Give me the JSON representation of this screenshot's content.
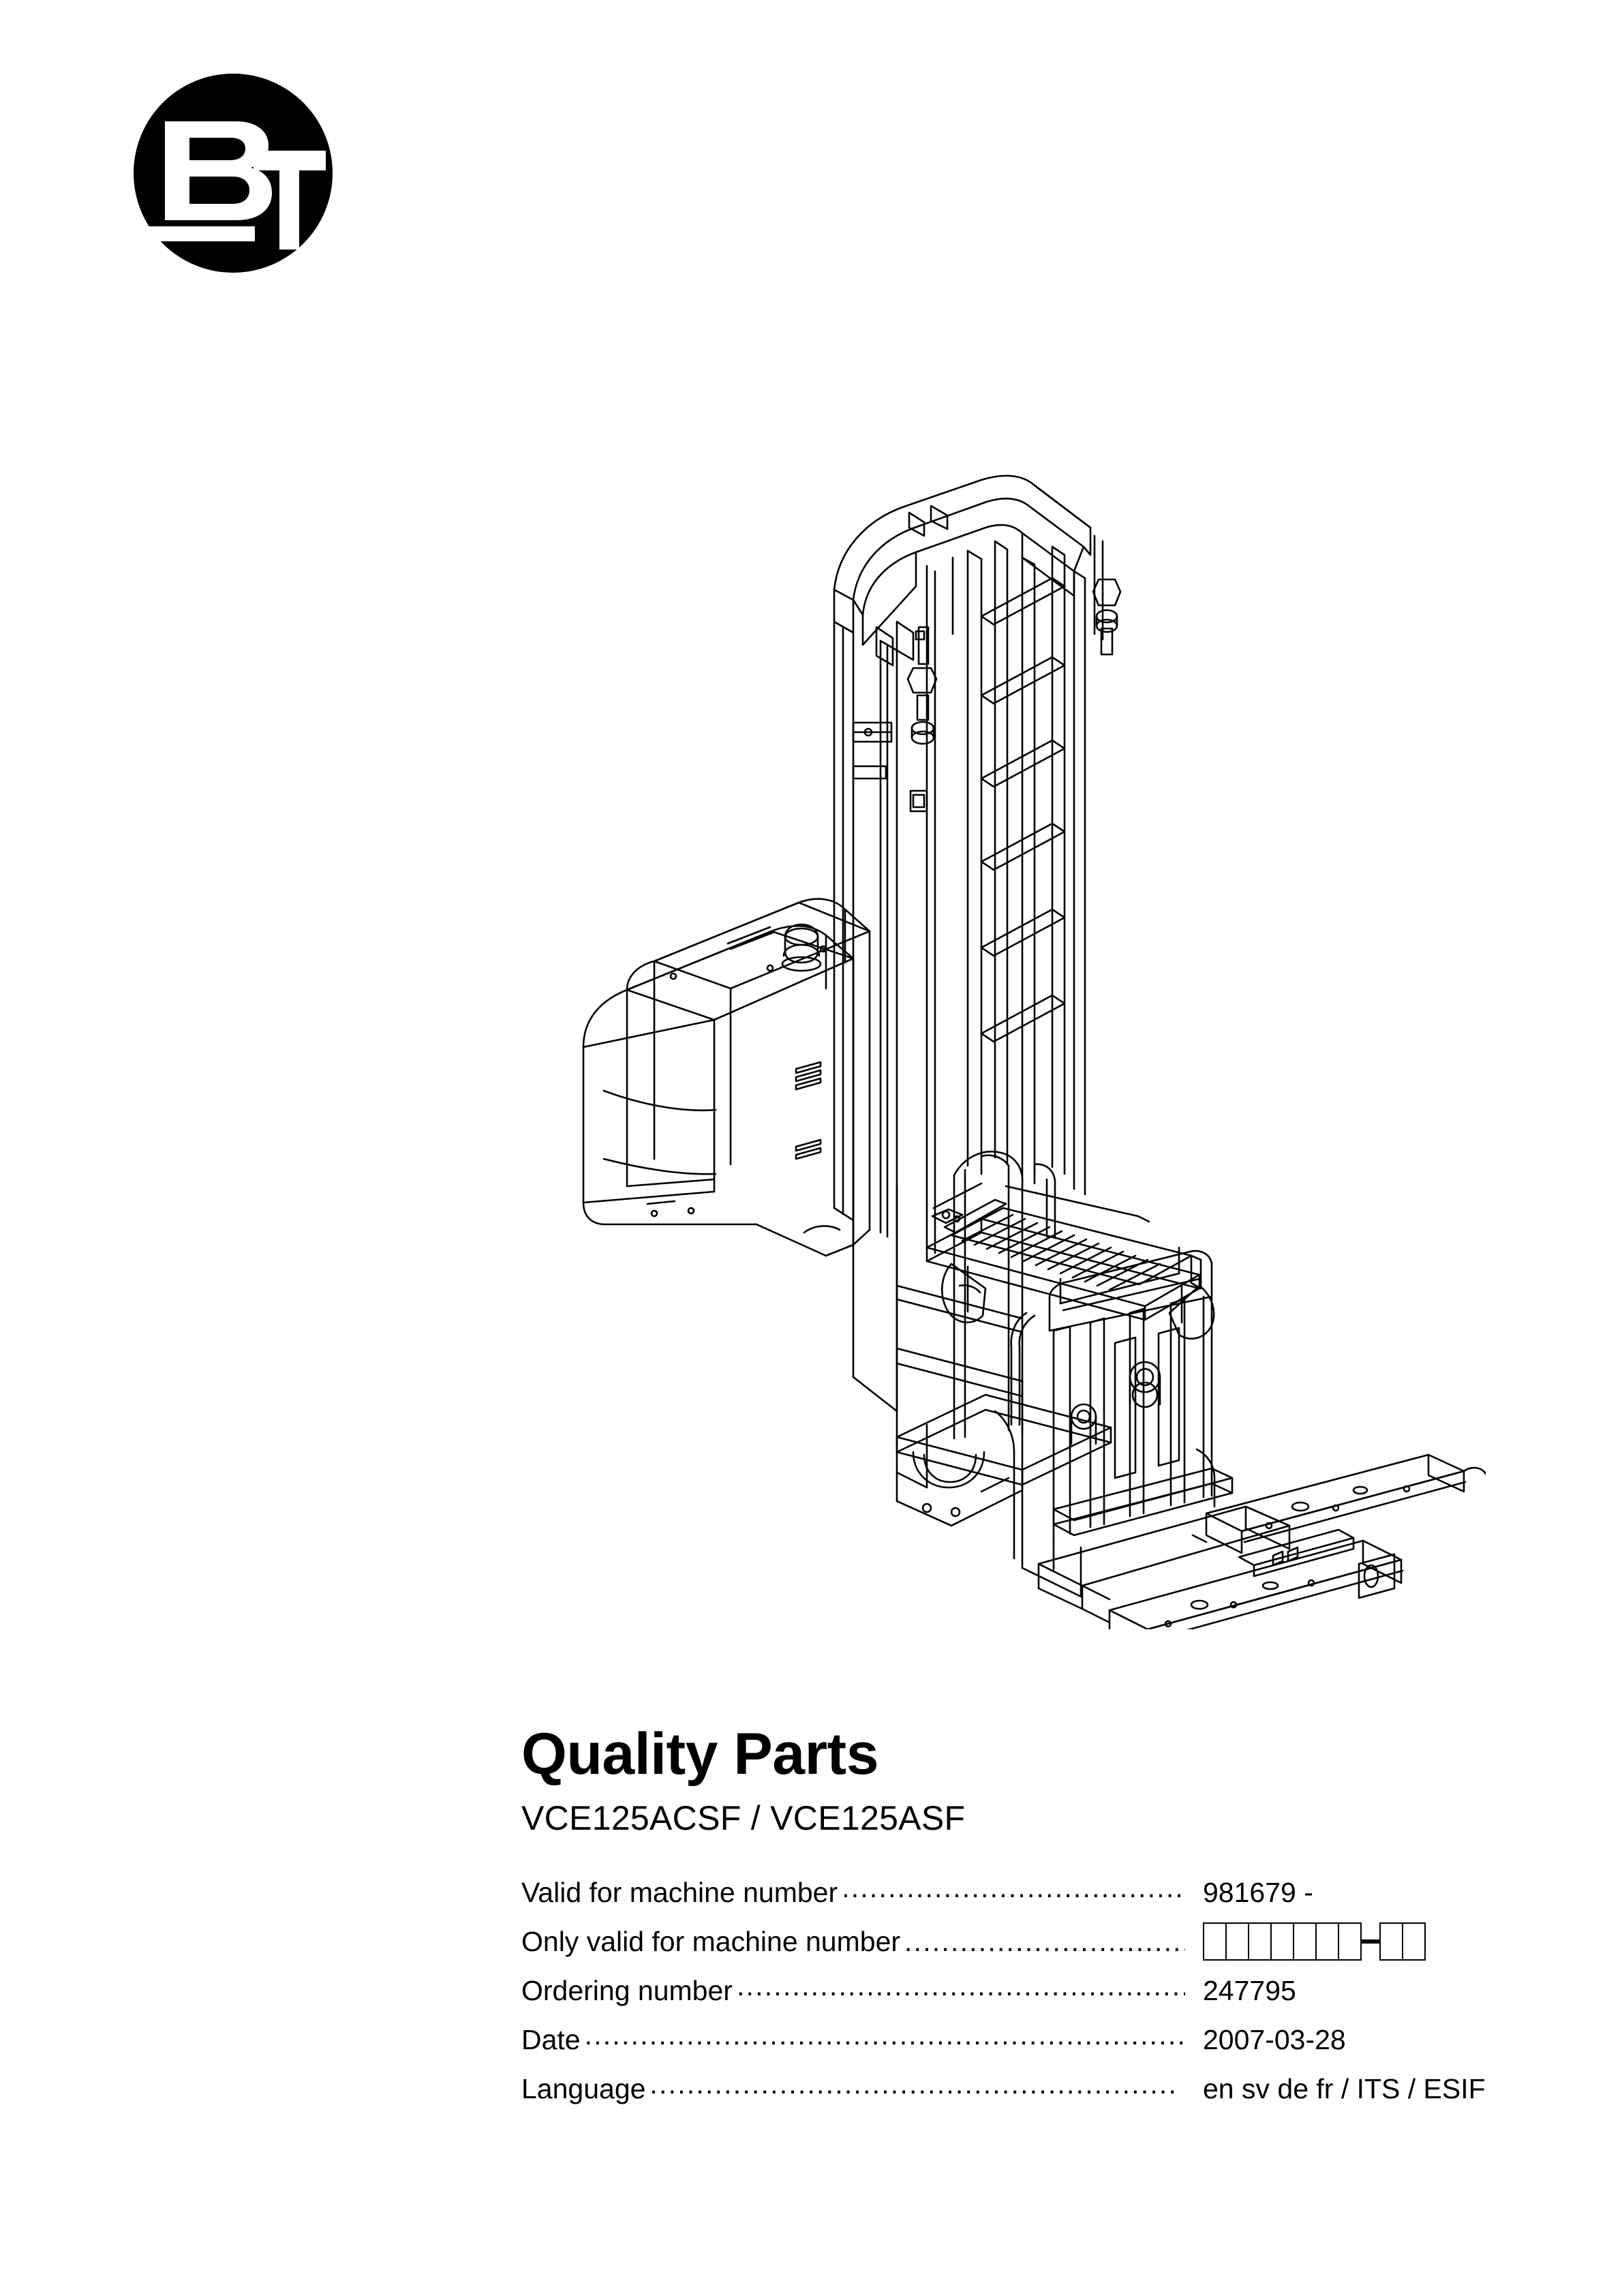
{
  "document": {
    "title": "Quality Parts",
    "subtitle": "VCE125ACSF / VCE125ASF"
  },
  "logo": {
    "brand": "BT",
    "letter_primary": "B",
    "letter_secondary": "T",
    "shape": "filled-circle",
    "color_background": "#000000",
    "color_mark": "#ffffff"
  },
  "illustration": {
    "name": "order-picker-forklift-line-drawing",
    "description": "Technical isometric line art of a VCE125 high-level order picker truck with tall mast, battery compartment, operator platform with slatted load deck, auxiliary lift mast and two forks",
    "style": "black-and-white-line-art",
    "line_color": "#000000"
  },
  "specs": {
    "rows": [
      {
        "label": "Valid for machine number",
        "value": "981679 -",
        "type": "text"
      },
      {
        "label": "Only valid for machine number",
        "value": "",
        "type": "boxes"
      },
      {
        "label": "Ordering number ",
        "value": "247795",
        "type": "text"
      },
      {
        "label": "Date ",
        "value": "2007-03-28",
        "type": "text"
      },
      {
        "label": "Language",
        "value": " en sv de fr / ITS / ESIF",
        "type": "text"
      }
    ],
    "machine_number_field": {
      "boxes_before_dash": 7,
      "boxes_after_dash": 2,
      "separator": "-",
      "filled": false
    }
  },
  "colors": {
    "page_background": "#ffffff",
    "ink": "#000000"
  }
}
